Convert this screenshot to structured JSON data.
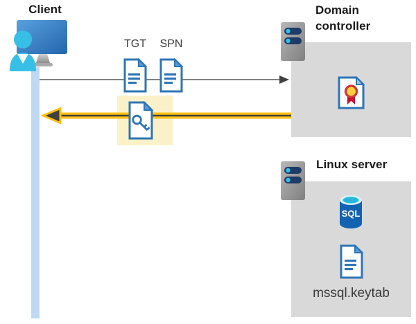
{
  "labels": {
    "client": "Client",
    "tgt": "TGT",
    "spn": "SPN",
    "domain_controller": "Domain controller",
    "linux_server": "Linux server",
    "keytab_file": "mssql.keytab",
    "sql_badge": "SQL"
  },
  "arrows": [
    {
      "name": "request-arrow",
      "direction": "left-to-right",
      "from": "client-lifeline",
      "to": "domain-controller",
      "color": "#595959",
      "carries": [
        "TGT",
        "SPN"
      ]
    },
    {
      "name": "response-arrow",
      "direction": "right-to-left",
      "from": "domain-controller",
      "to": "client-lifeline",
      "color": "#FEC111",
      "carries": [
        "key-document"
      ]
    }
  ],
  "colors": {
    "accent_blue": "#2E75B6",
    "panel_gray": "#D9D9D9",
    "lifeline_blue": "#BFD9F2",
    "highlight_yellow": "#FAF1C8",
    "arrow_gray": "#595959",
    "arrow_dark": "#404040",
    "arrow_yellow": "#FEC111",
    "person_cyan": "#38BFE7",
    "monitor_blue": "#2E75B6",
    "sql_body_blue": "#1263B2",
    "cert_ribbon_red": "#C8102E",
    "cert_seal_yellow": "#FFD23B"
  }
}
